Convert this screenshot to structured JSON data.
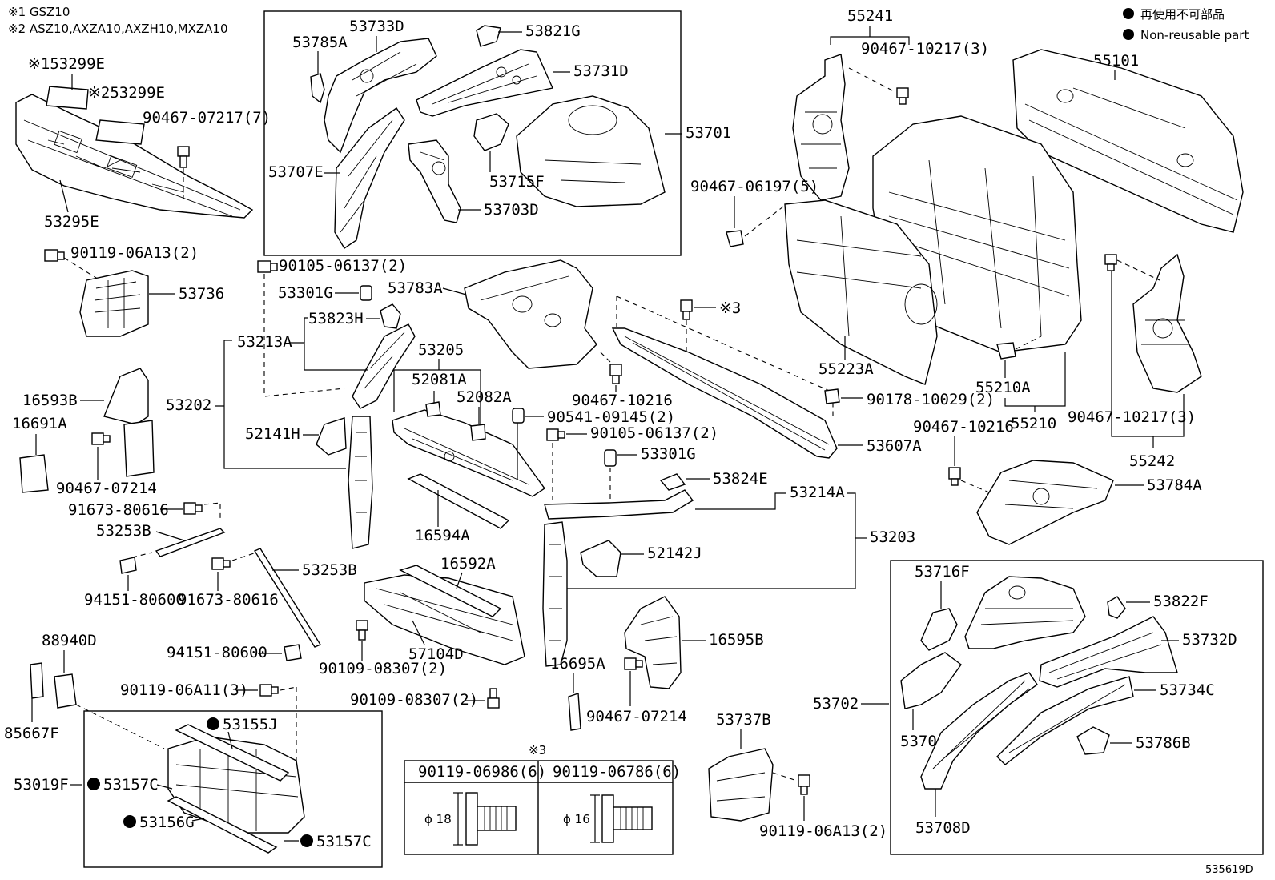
{
  "notes": {
    "note1": "※1 GSZ10",
    "note2": "※2 ASZ10,AXZA10,AXZH10,MXZA10",
    "legend_jp": "再使用不可部品",
    "legend_en": "Non-reusable part"
  },
  "labels": {
    "p53299E_1": "※153299E",
    "p53299E_2": "※253299E",
    "p90467_07217": "90467-07217(7)",
    "p53295E": "53295E",
    "p90119_06A13_a": "90119-06A13(2)",
    "p53736": "53736",
    "p53785A": "53785A",
    "p53733D": "53733D",
    "p53821G": "53821G",
    "p53731D": "53731D",
    "p53701": "53701",
    "p53707E": "53707E",
    "p53715F": "53715F",
    "p53703D": "53703D",
    "p90105_06137_a": "90105-06137(2)",
    "p53301G_a": "53301G",
    "p53783A": "53783A",
    "p53823H": "53823H",
    "p53213A": "53213A",
    "p53205": "53205",
    "p52081A": "52081A",
    "p52082A": "52082A",
    "p16593B": "16593B",
    "p16691A": "16691A",
    "p53202": "53202",
    "p52141H": "52141H",
    "p90467_07214_a": "90467-07214",
    "p91673_80616_a": "91673-80616",
    "p53253B_a": "53253B",
    "p94151_80600_a": "94151-80600",
    "p91673_80616_b": "91673-80616",
    "p53253B_b": "53253B",
    "p16594A": "16594A",
    "p90541_09145": "90541-09145(2)",
    "p90105_06137_b": "90105-06137(2)",
    "p53301G_b": "53301G",
    "p53824E": "53824E",
    "p53214A": "53214A",
    "p53203": "53203",
    "p16592A": "16592A",
    "p52142J": "52142J",
    "p94151_80600_b": "94151-80600",
    "p90109_08307_a": "90109-08307(2)",
    "p57104D": "57104D",
    "p16695A": "16695A",
    "p16595B": "16595B",
    "p90109_08307_b": "90109-08307(2)",
    "p90467_07214_b": "90467-07214",
    "p88940D": "88940D",
    "p85667F": "85667F",
    "p90119_06A11": "90119-06A11(3)",
    "p53155J": "53155J",
    "p53019F": "53019F",
    "p53157C_a": "53157C",
    "p53156G": "53156G",
    "p53157C_b": "53157C",
    "p55241": "55241",
    "p90467_10217_a": "90467-10217(3)",
    "p55101": "55101",
    "p90467_06197": "90467-06197(5)",
    "p55223A": "55223A",
    "p55210A": "55210A",
    "p55210": "55210",
    "p90467_10217_b": "90467-10217(3)",
    "p55242": "55242",
    "x3_top": "※3",
    "p90467_10216_a": "90467-10216",
    "p90178_10029": "90178-10029(2)",
    "p53607A": "53607A",
    "p90467_10216_b": "90467-10216",
    "p53784A": "53784A",
    "p53716F": "53716F",
    "p53822F": "53822F",
    "p53732D": "53732D",
    "p53734C": "53734C",
    "p53702": "53702",
    "p53704G": "53704G",
    "p53786B": "53786B",
    "p53708D": "53708D",
    "p53737B": "53737B",
    "p90119_06A13_b": "90119-06A13(2)"
  },
  "bolt_table": {
    "ref": "※3",
    "col1_header": "90119-06986(6)",
    "col2_header": "90119-06786(6)",
    "col1_dim": "ϕ 18",
    "col2_dim": "ϕ 16"
  },
  "diagram_id": "535619D"
}
